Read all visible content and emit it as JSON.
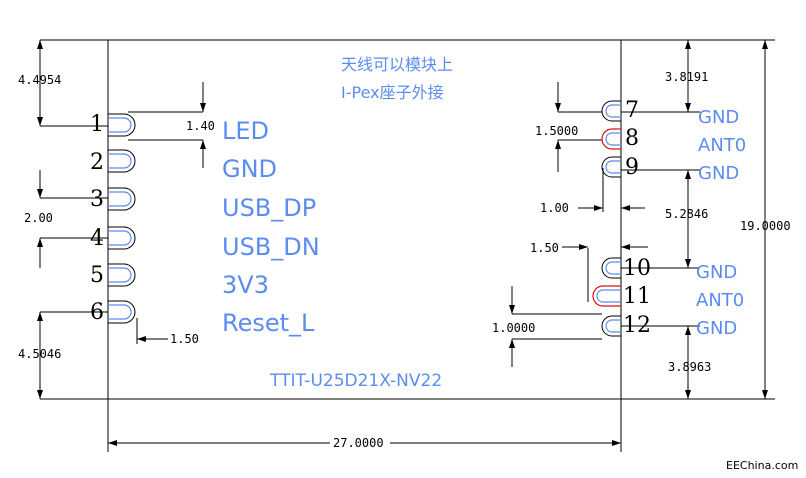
{
  "dimensions": {
    "top_left_height": "4.4954",
    "pin_pitch": "1.40",
    "pin_gap": "2.00",
    "bottom_left_height": "4.5046",
    "pad_width": "1.50",
    "top_right_height": "3.8191",
    "pad_pitch_right": "1.5000",
    "pad_offset": "1.00",
    "group_gap": "5.2846",
    "pad_width_right": "1.50",
    "pad_pitch_bottom": "1.0000",
    "bottom_right_height": "3.8963",
    "total_height": "19.0000",
    "total_width": "27.0000"
  },
  "left_pins": [
    {
      "number": "1",
      "signal": "LED"
    },
    {
      "number": "2",
      "signal": "GND"
    },
    {
      "number": "3",
      "signal": "USB_DP"
    },
    {
      "number": "4",
      "signal": "USB_DN"
    },
    {
      "number": "5",
      "signal": "3V3"
    },
    {
      "number": "6",
      "signal": "Reset_L"
    }
  ],
  "right_pins": [
    {
      "number": "7",
      "signal": "GND"
    },
    {
      "number": "8",
      "signal": "ANT0"
    },
    {
      "number": "9",
      "signal": "GND"
    },
    {
      "number": "10",
      "signal": "GND"
    },
    {
      "number": "11",
      "signal": "ANT0"
    },
    {
      "number": "12",
      "signal": "GND"
    }
  ],
  "note": {
    "line1": "天线可以模块上",
    "line2": "I-Pex座子外接"
  },
  "part_number": "TTIT-U25D21X-NV22",
  "watermark": "EEChina.com",
  "colors": {
    "label": "#5b8def",
    "ant_pad": "#e01010",
    "outline": "#000000"
  }
}
